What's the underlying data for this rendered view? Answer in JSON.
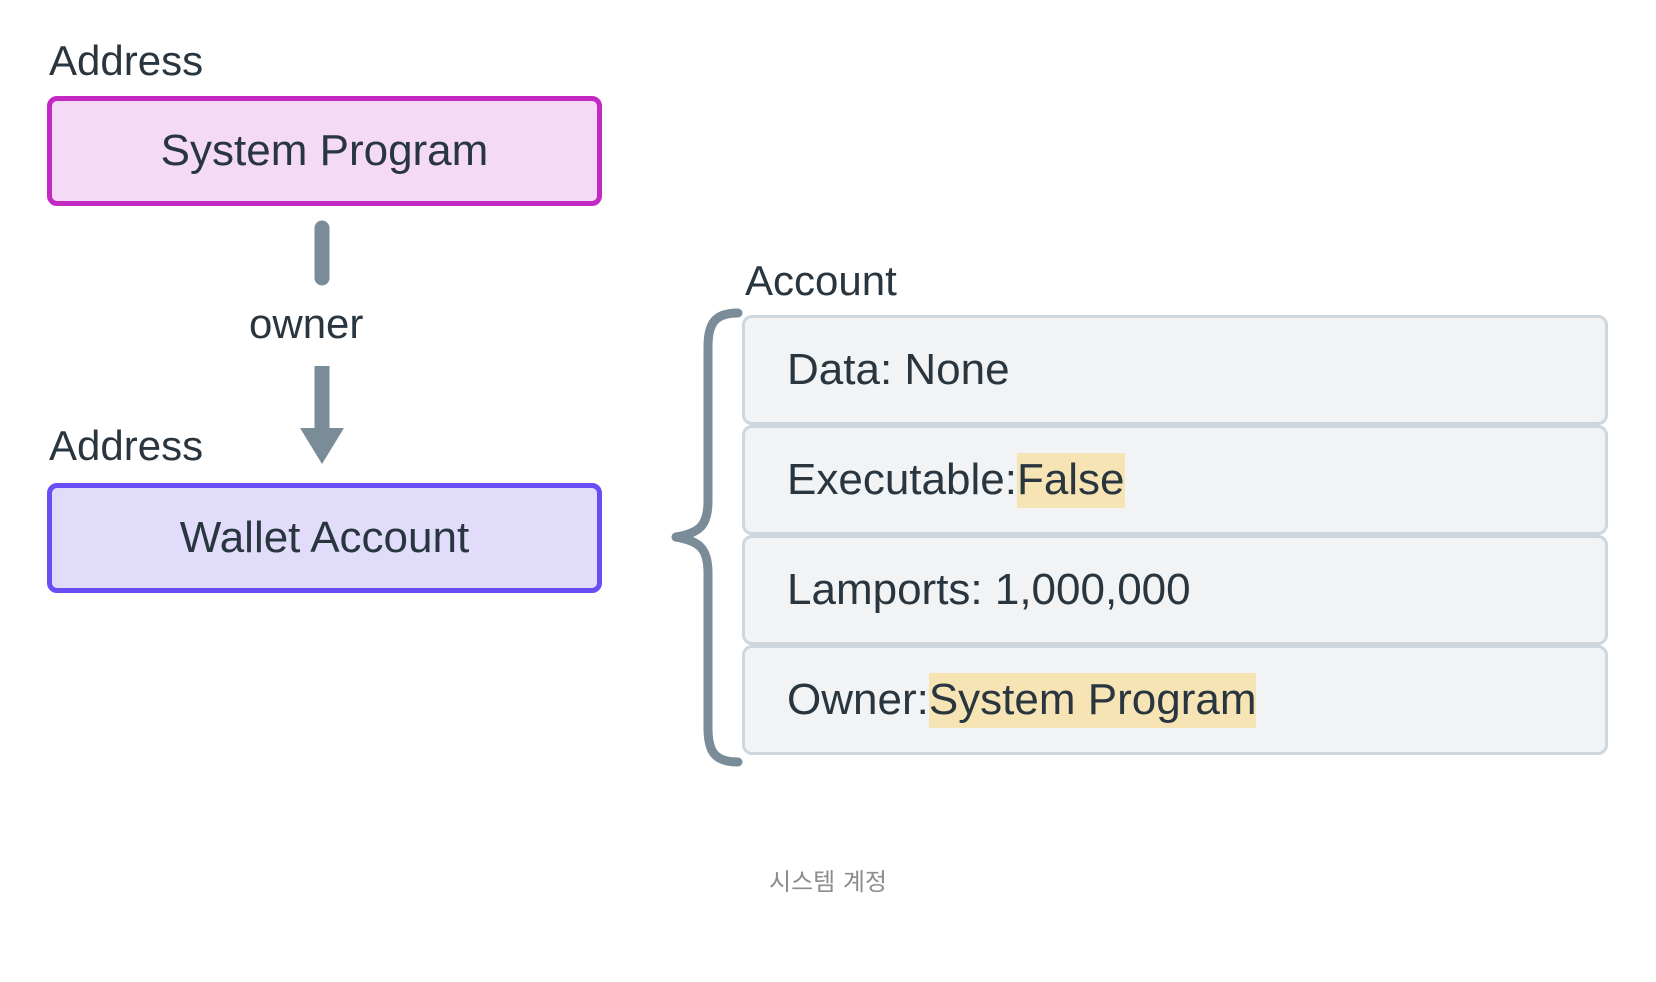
{
  "diagram": {
    "title_caption": "시스템 계정",
    "colors": {
      "program_border": "#c32ac3",
      "program_fill": "#f4daf7",
      "account_border": "#6a4df5",
      "account_fill": "#e0dcf9",
      "row_fill": "#f1f3f4",
      "row_border": "#cdd7dd",
      "highlight": "#f7e4b4",
      "connector": "#7b8c99",
      "text": "#293640",
      "caption": "#8b8b90"
    },
    "left_column": {
      "program_label": "Address",
      "program_node": "System Program",
      "edge_label": "owner",
      "account_label": "Address",
      "account_node": "Wallet Account"
    },
    "right_column": {
      "group_label": "Account",
      "rows": [
        {
          "prefix": "Data: None",
          "highlight": ""
        },
        {
          "prefix": "Executable:",
          "highlight": "False"
        },
        {
          "prefix": "Lamports: 1,000,000",
          "highlight": ""
        },
        {
          "prefix": "Owner:",
          "highlight": "System Program"
        }
      ]
    }
  }
}
